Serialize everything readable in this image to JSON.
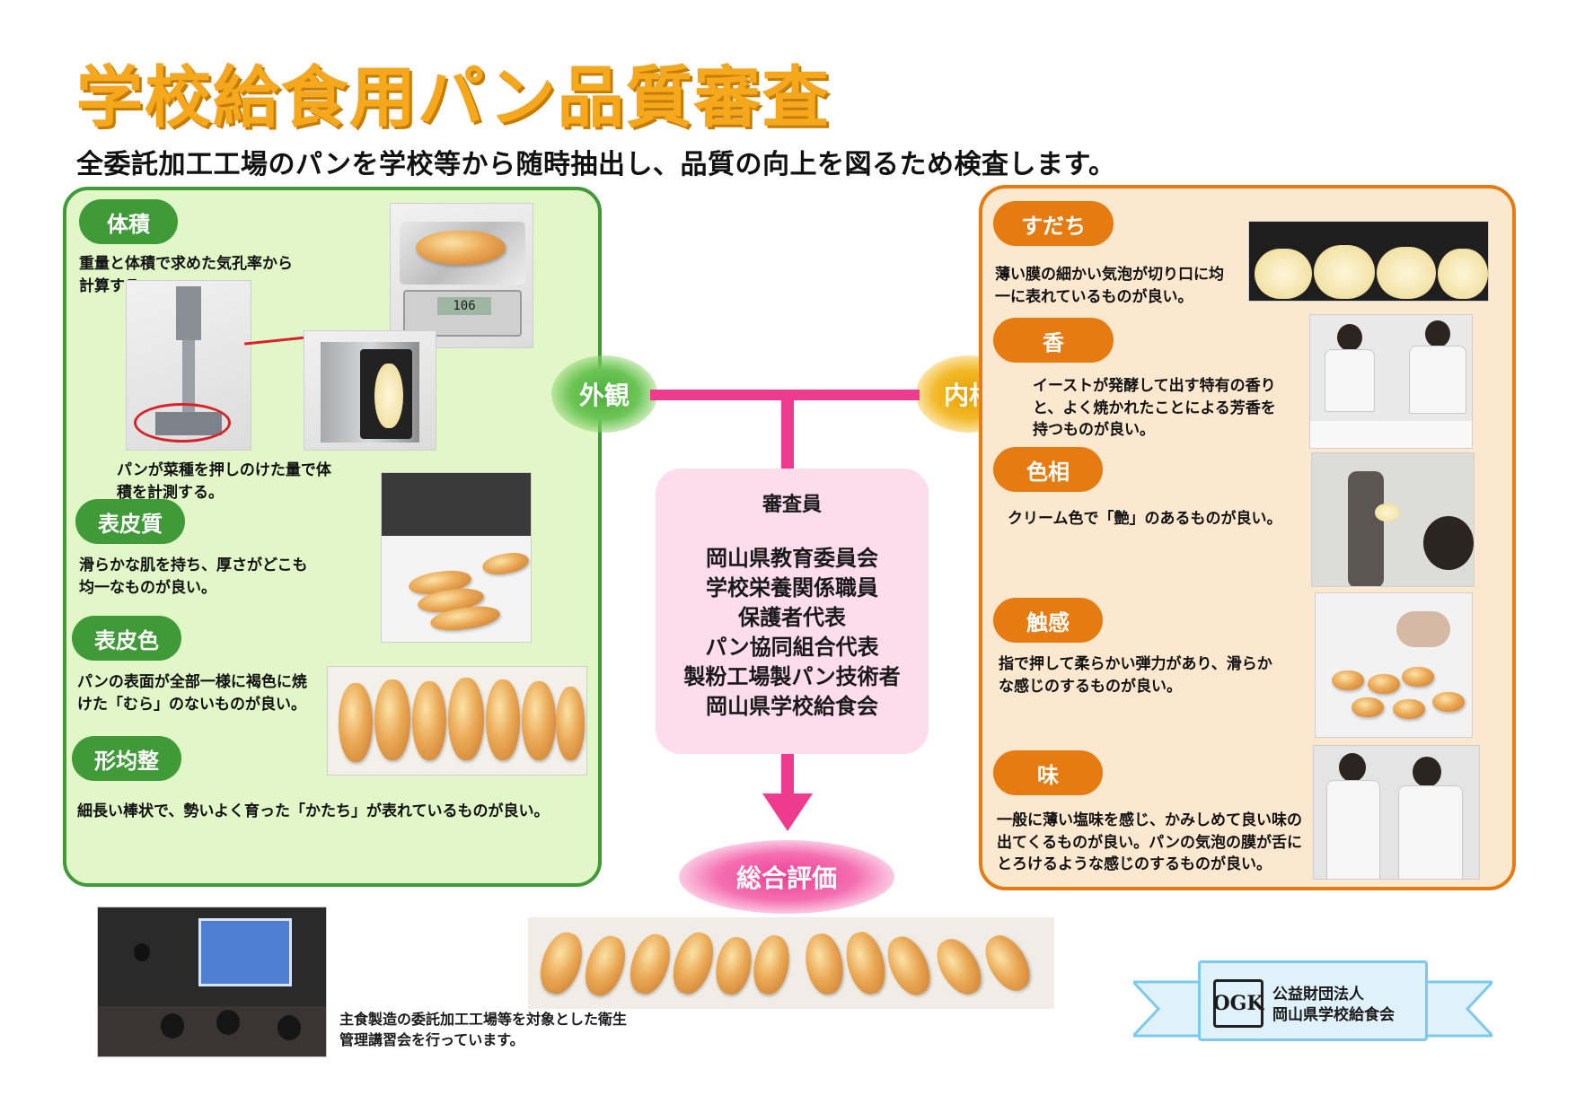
{
  "title": "学校給食用パン品質審査",
  "subtitle": "全委託加工工場のパンを学校等から随時抽出し、品質の向上を図るため検査します。",
  "exterior": {
    "label": "外観",
    "items": [
      {
        "heading": "体積",
        "text": "重量と体積で求めた気孔率から計算する。"
      },
      {
        "heading": "表皮質",
        "text": "滑らかな肌を持ち、厚さがどこも均一なものが良い。"
      },
      {
        "heading": "表皮色",
        "text": "パンの表面が全部一様に褐色に焼けた「むら」のないものが良い。"
      },
      {
        "heading": "形均整",
        "text": "細長い棒状で、勢いよく育った「かたち」が表れているものが良い。"
      }
    ],
    "volume_caption": "パンが菜種を押しのけた量で体積を計測する。",
    "scale_reading": "106"
  },
  "interior": {
    "label": "内相",
    "items": [
      {
        "heading": "すだち",
        "text": "薄い膜の細かい気泡が切り口に均一に表れているものが良い。"
      },
      {
        "heading": "香",
        "text": "イーストが発酵して出す特有の香りと、よく焼かれたことによる芳香を持つものが良い。"
      },
      {
        "heading": "色相",
        "text": "クリーム色で「艶」のあるものが良い。"
      },
      {
        "heading": "触感",
        "text": "指で押して柔らかい弾力があり、滑らかな感じのするものが良い。"
      },
      {
        "heading": "味",
        "text": "一般に薄い塩味を感じ、かみしめて良い味の出てくるものが良い。パンの気泡の膜が舌にとろけるような感じのするものが良い。"
      }
    ]
  },
  "judges": {
    "title": "審査員",
    "members": [
      "岡山県教育委員会",
      "学校栄養関係職員",
      "保護者代表",
      "パン協同組合代表",
      "製粉工場製パン技術者",
      "岡山県学校給食会"
    ]
  },
  "overall": "総合評価",
  "bottom_note": "主食製造の委託加工工場等を対象とした衛生管理講習会を行っています。",
  "org": {
    "logo": "OGK",
    "line1": "公益財団法人",
    "line2": "岡山県学校給食会"
  },
  "colors": {
    "title": "#f5a81c",
    "exterior_green": "#3f9a37",
    "interior_orange": "#e67b12",
    "flow_pink": "#ef3b8f"
  }
}
